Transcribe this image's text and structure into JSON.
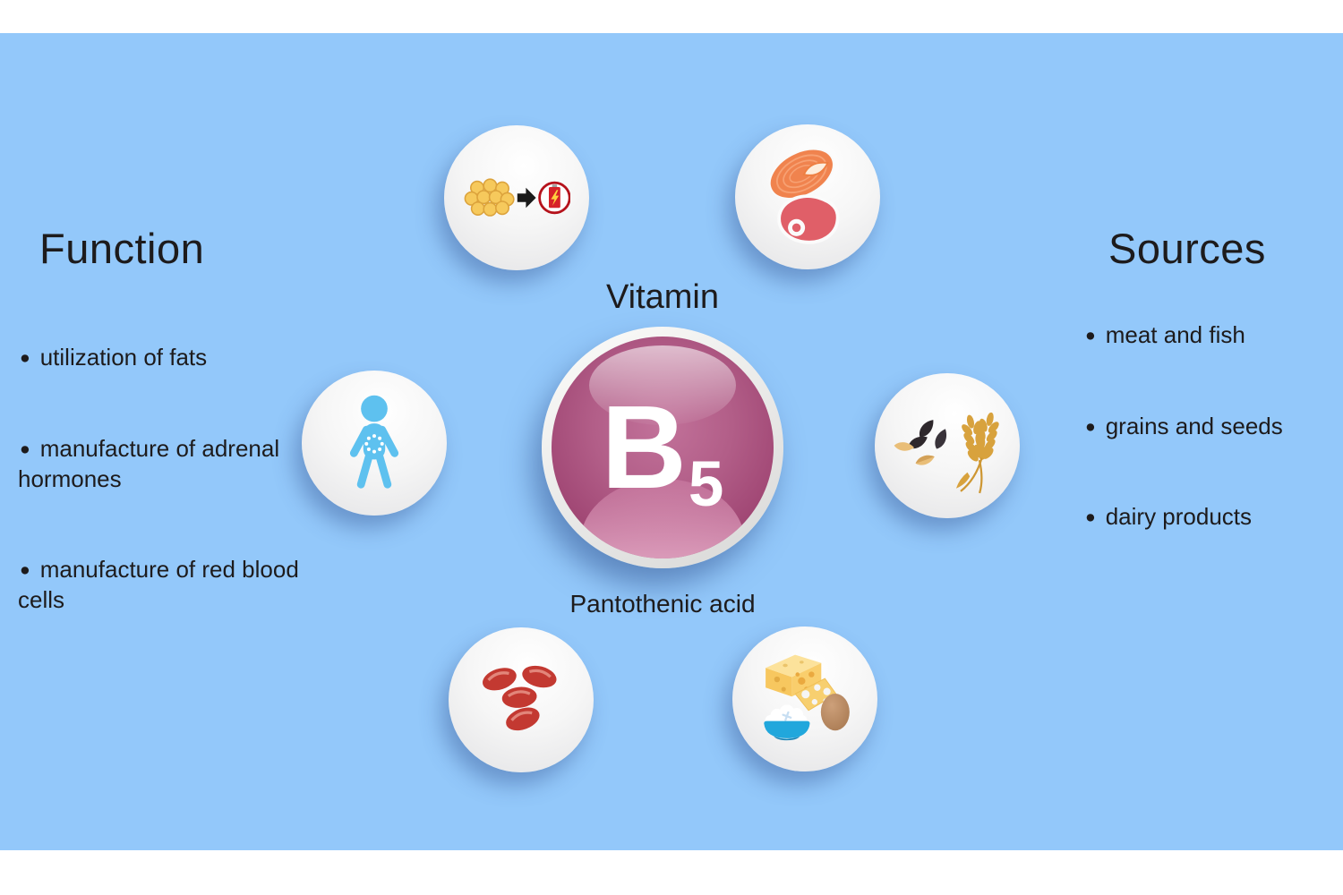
{
  "canvas": {
    "bg_color": "#93C8FA",
    "frame_color": "#FFFFFF",
    "text_color": "#1D1B1C"
  },
  "bullet_char": "●",
  "center": {
    "title": "Vitamin",
    "pill_letter": "B",
    "pill_subscript": "5",
    "subtitle": "Pantothenic acid",
    "pill_color": "#A34A77",
    "pill_ring_color": "#EDEDEB"
  },
  "function_section": {
    "heading": "Function",
    "items": [
      {
        "label": "utilization of fats"
      },
      {
        "label": "manufacture of adrenal hormones"
      },
      {
        "label": "manufacture of red blood cells"
      }
    ]
  },
  "sources_section": {
    "heading": "Sources",
    "items": [
      {
        "label": "meat and fish"
      },
      {
        "label": "grains and seeds"
      },
      {
        "label": "dairy products"
      }
    ]
  },
  "icon_bubbles": {
    "fat_to_energy": {
      "icon": "fat-cells-to-energy-icon",
      "cell_color": "#F6C95C",
      "arrow_color": "#1A1A1A",
      "ring_color": "#B5121B",
      "battery_color": "#D62128",
      "bolt_color": "#FFD23F"
    },
    "meat_fish": {
      "icon": "salmon-and-meat-icon",
      "salmon_color": "#F0834E",
      "meat_color": "#E05F68"
    },
    "child": {
      "icon": "child-figure-icon",
      "figure_color": "#5EC1EF"
    },
    "grains_seeds": {
      "icon": "grains-and-seeds-icon",
      "wheat_color": "#D8A23D",
      "black_seed_color": "#2E282C",
      "tan_seed_color": "#E9BE78"
    },
    "red_blood_cells": {
      "icon": "red-blood-cells-icon",
      "cell_color": "#C33931"
    },
    "dairy": {
      "icon": "dairy-products-icon",
      "cheese_color": "#F7C75F",
      "egg_color": "#B9855E",
      "bowl_color": "#21A7DC"
    }
  }
}
